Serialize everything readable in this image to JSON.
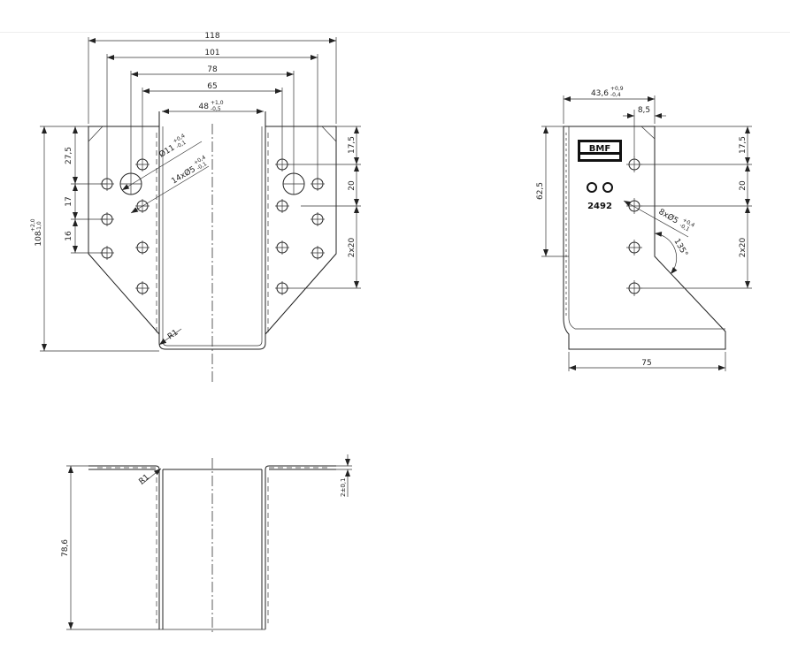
{
  "drawing": {
    "front_view": {
      "dims": {
        "w118": "118",
        "w101": "101",
        "w78": "78",
        "w65": "65",
        "w48": "48",
        "w48_tol_up": "+1,0",
        "w48_tol_dn": "-0,5",
        "h108": "108",
        "h108_tol_up": "+2,0",
        "h108_tol_dn": "-1,0",
        "h27_5": "27,5",
        "h17": "17",
        "h16": "16",
        "r17_5": "17,5",
        "r20": "20",
        "r2x20": "2x20",
        "hole_big": "Ø11",
        "hole_big_tol_up": "+0,4",
        "hole_big_tol_dn": "-0,1",
        "hole_small": "14xØ5",
        "hole_small_tol_up": "+0,4",
        "hole_small_tol_dn": "-0,1",
        "radius": "R1"
      }
    },
    "side_view": {
      "dims": {
        "w43_6": "43,6",
        "w43_6_tol_up": "+0,9",
        "w43_6_tol_dn": "-0,4",
        "w8_5": "8,5",
        "h62_5": "62,5",
        "r17_5": "17,5",
        "r20": "20",
        "r2x20": "2x20",
        "holes": "8xØ5",
        "holes_tol_up": "+0,4",
        "holes_tol_dn": "-0,1",
        "angle": "135°",
        "w75": "75"
      },
      "logo_text": "BMF",
      "stamp_text": "2492"
    },
    "bottom_view": {
      "dims": {
        "h78_6": "78,6",
        "radius": "R1",
        "thickness": "2±0,1"
      }
    }
  }
}
